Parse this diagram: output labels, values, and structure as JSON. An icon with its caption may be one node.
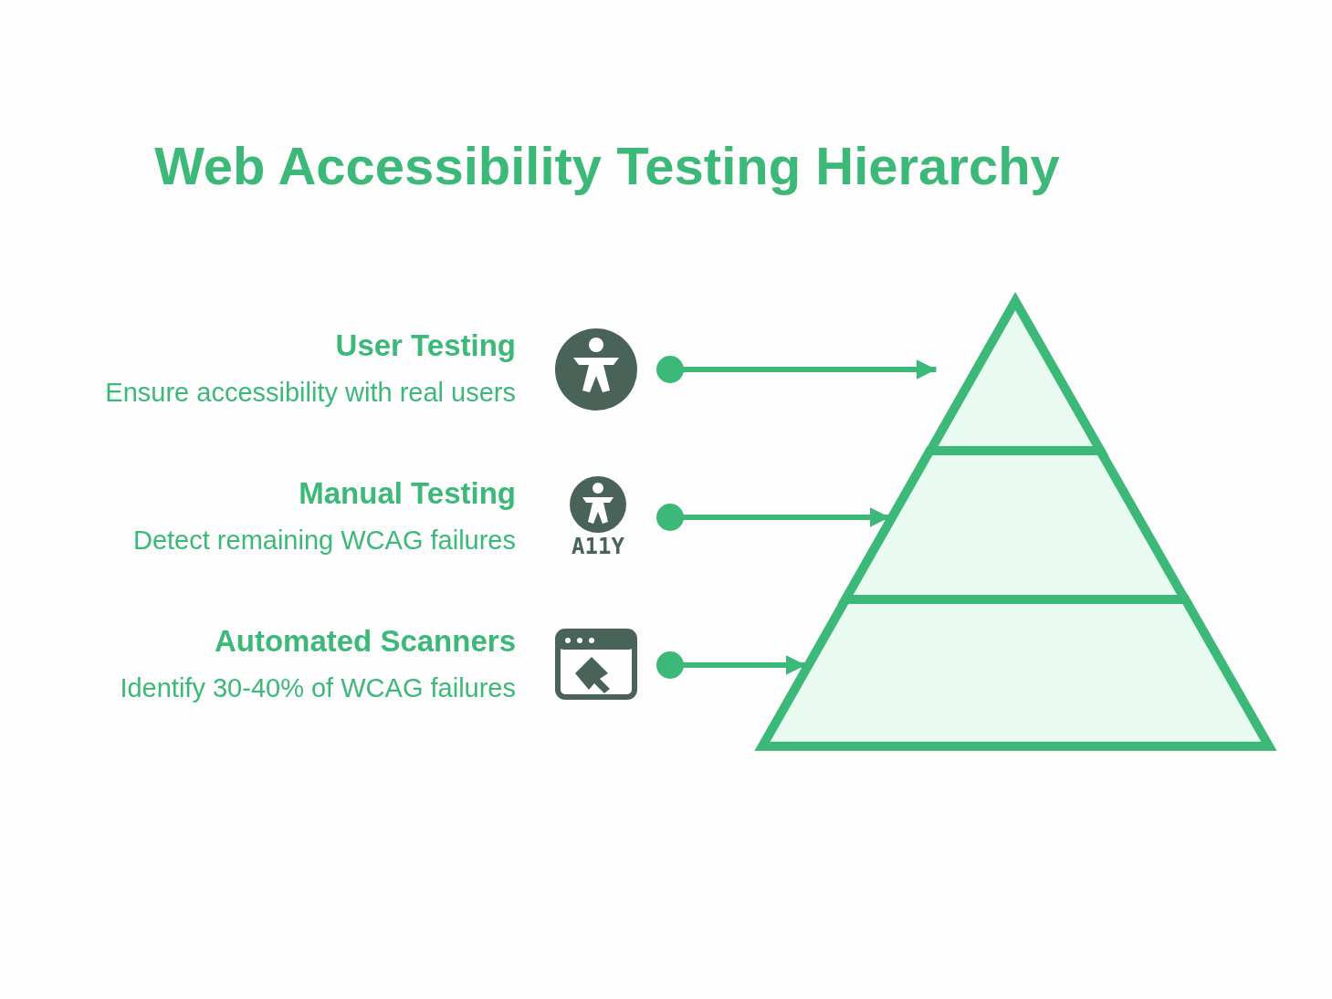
{
  "diagram": {
    "title": "Web Accessibility Testing Hierarchy",
    "nodes": [
      {
        "text": [
          "User Testing",
          "Ensure accessibility with real users"
        ]
      },
      {
        "text": [
          "Manual Testing",
          "Detect remaining WCAG failures"
        ]
      },
      {
        "text": [
          "Automated Scanners",
          "Identify 30-40% of WCAG failures"
        ]
      },
      {
        "text": [],
        "shape": "triangle"
      },
      {
        "text": [],
        "shape": "trapezoid"
      },
      {
        "text": [],
        "shape": "trapezoid"
      }
    ],
    "edges": [
      {
        "from": null,
        "to": 3,
        "arrow": "to"
      },
      {
        "from": null,
        "to": 4,
        "arrow": "to"
      },
      {
        "from": null,
        "to": 5,
        "arrow": "to"
      }
    ],
    "labels": [
      "A11Y"
    ]
  }
}
